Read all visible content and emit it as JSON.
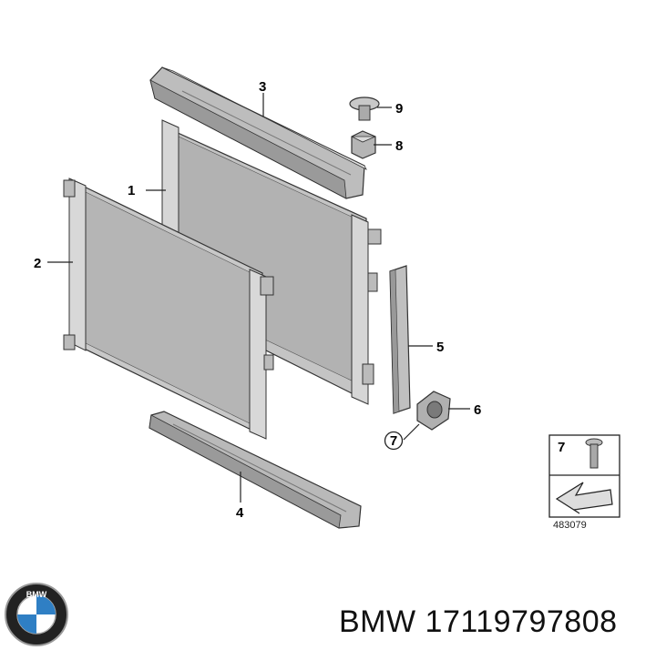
{
  "diagram": {
    "callouts": [
      "1",
      "2",
      "3",
      "4",
      "5",
      "6",
      "7",
      "8",
      "9"
    ],
    "inset": {
      "number": "7",
      "ref": "483079"
    }
  },
  "logo": {
    "text": "BMW"
  },
  "caption": {
    "text": "BMW 17119797808"
  },
  "colors": {
    "part_fill": "#b9b9b9",
    "part_dark": "#8e8e8e",
    "part_light": "#dcdcdc",
    "stroke": "#333333",
    "logo_blue": "#2f7fc4",
    "logo_ring": "#222222"
  }
}
